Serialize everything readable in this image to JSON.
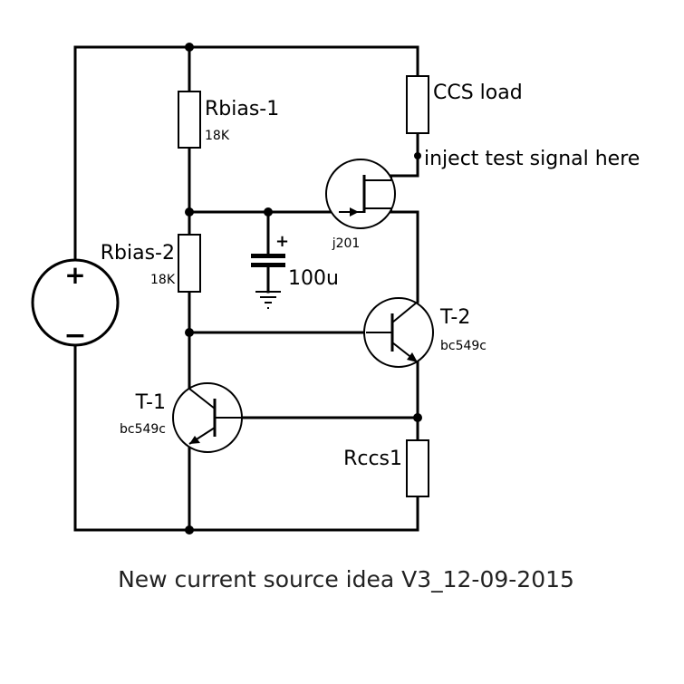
{
  "components": {
    "rbias1": {
      "name": "Rbias-1",
      "value": "18K"
    },
    "rbias2": {
      "name": "Rbias-2",
      "value": "18K"
    },
    "capacitor": {
      "value": "100u",
      "polarity": "+"
    },
    "jfet": {
      "part": "j201"
    },
    "ccs_load": {
      "name": "CCS load"
    },
    "t1": {
      "name": "T-1",
      "part": "bc549c"
    },
    "t2": {
      "name": "T-2",
      "part": "bc549c"
    },
    "rccs": {
      "name": "Rccs1"
    },
    "source": {
      "plus": "+",
      "minus": "−"
    }
  },
  "annotations": {
    "test_point": "inject test signal here"
  },
  "caption": "New current source idea V3_12-09-2015"
}
